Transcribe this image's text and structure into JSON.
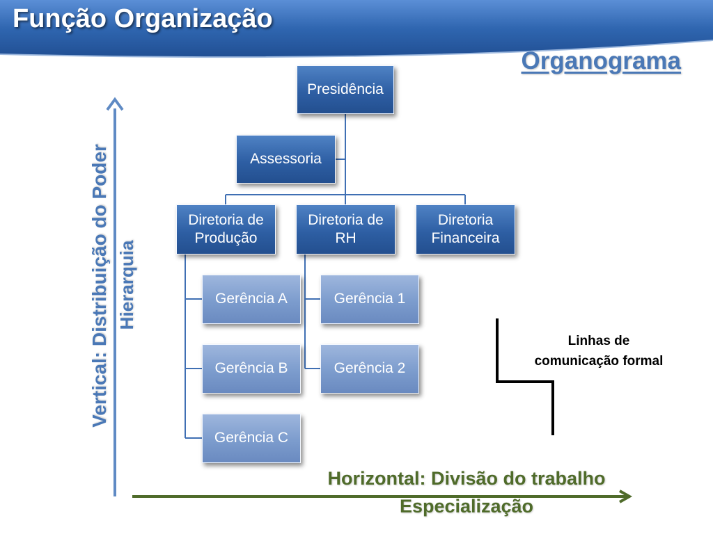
{
  "header": {
    "title": "Função Organização"
  },
  "subtitle": "Organograma",
  "org": {
    "presidencia": "Presidência",
    "assessoria": "Assessoria",
    "diretorias": [
      "Diretoria de Produção",
      "Diretoria de RH",
      "Diretoria Financeira"
    ],
    "gerencias_producao": [
      "Gerência A",
      "Gerência B",
      "Gerência C"
    ],
    "gerencias_rh": [
      "Gerência 1",
      "Gerência 2"
    ]
  },
  "axes": {
    "vertical_line1": "Vertical: Distribuição do Poder",
    "vertical_line2": "Hierarquia",
    "horizontal_line1": "Horizontal: Divisão do trabalho",
    "horizontal_line2": "Especialização"
  },
  "legend": {
    "line1": "Linhas de",
    "line2": "comunicação formal"
  },
  "colors": {
    "header_blue": "#2f66b0",
    "box_dark": "#2e5fa4",
    "box_light": "#7c9ccd",
    "vertical_axis": "#4a78b6",
    "horizontal_axis": "#4f6b2a"
  }
}
